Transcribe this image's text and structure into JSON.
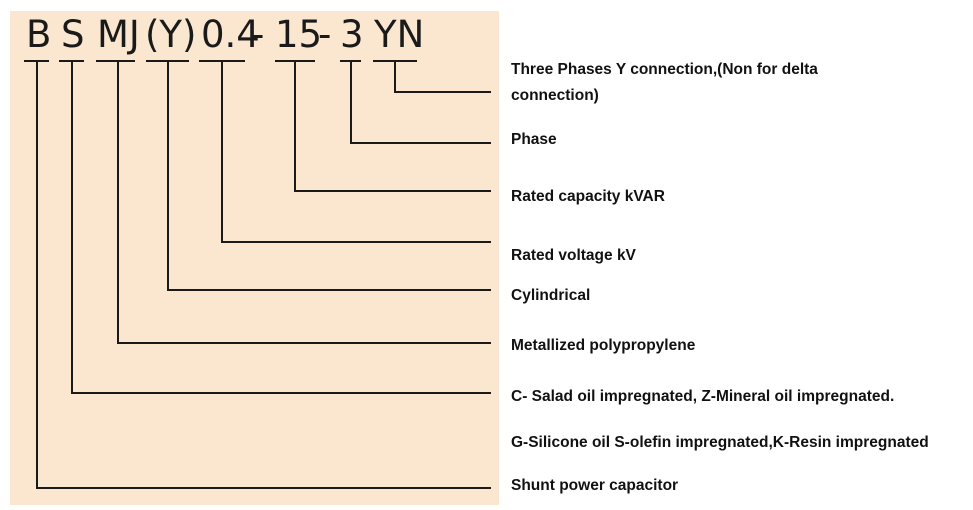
{
  "code": {
    "B": "B",
    "S": "S",
    "MJ": "MJ",
    "Y": "(Y)",
    "voltage": "0.4",
    "dash1": "-",
    "capacity": "15",
    "dash2": "-",
    "phase": "3",
    "conn": "YN"
  },
  "labels": {
    "connection": "Three Phases Y connection,(Non for delta connection)",
    "phase": "Phase",
    "capacity": "Rated capacity kVAR",
    "voltage": "Rated voltage kV",
    "cylindrical": "Cylindrical",
    "metallized": "Metallized polypropylene",
    "oil": "C- Salad oil impregnated, Z-Mineral oil impregnated.",
    "silicone": "G-Silicone oil S-olefin impregnated,K-Resin impregnated",
    "shunt": "Shunt power capacitor"
  }
}
